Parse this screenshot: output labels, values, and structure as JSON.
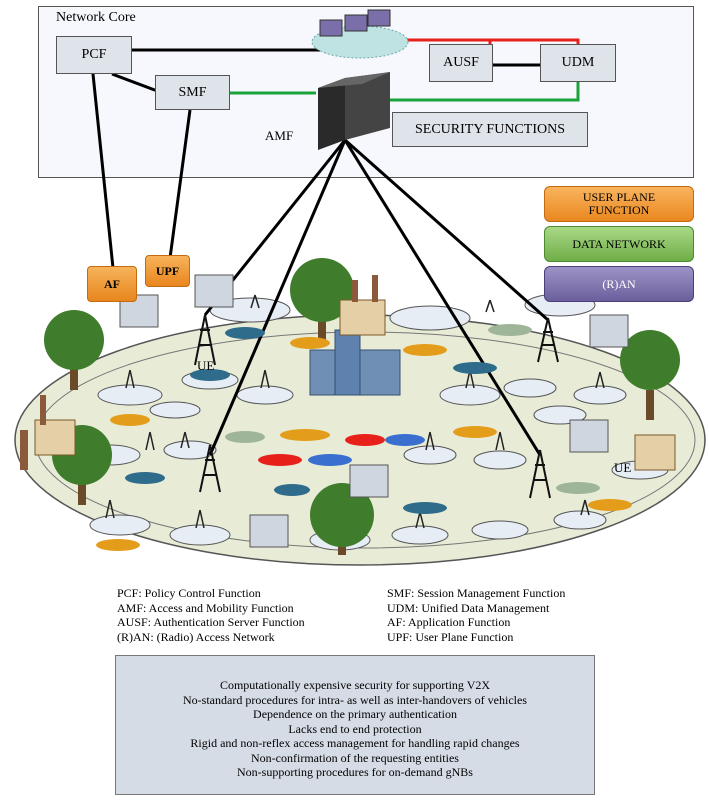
{
  "network_core": {
    "title": "Network Core",
    "nodes": {
      "pcf": "PCF",
      "smf": "SMF",
      "ausf": "AUSF",
      "udm": "UDM",
      "amf": "AMF",
      "security": "SECURITY FUNCTIONS"
    }
  },
  "edge": {
    "af": "AF",
    "upf": "UPF"
  },
  "legend": {
    "user_plane": "USER PLANE FUNCTION",
    "data_network": "DATA NETWORK",
    "ran": "(R)AN"
  },
  "scene": {
    "ue_labels": [
      "UE",
      "UE"
    ]
  },
  "abbreviations": {
    "left": [
      "PCF: Policy Control Function",
      "AMF: Access and Mobility Function",
      "AUSF: Authentication Server Function",
      "(R)AN: (Radio) Access Network"
    ],
    "right": [
      "SMF: Session Management Function",
      "UDM: Unified Data Management",
      "AF: Application Function",
      "UPF: User Plane Function"
    ]
  },
  "issues": [
    "Computationally expensive security for supporting V2X",
    "No-standard procedures for intra- as well as inter-handovers of vehicles",
    "Dependence on the primary authentication",
    "Lacks end to end protection",
    "Rigid and non-reflex access management for handling rapid changes",
    "Non-confirmation of the requesting entities",
    "Non-supporting procedures for on-demand gNBs"
  ],
  "colors": {
    "red_link": "#e8201a",
    "green_link": "#1aa33a",
    "user_plane": "#f2962e",
    "data_network": "#7fbf5a",
    "ran": "#7a6fa8",
    "issues_bg": "#d6dce6"
  }
}
